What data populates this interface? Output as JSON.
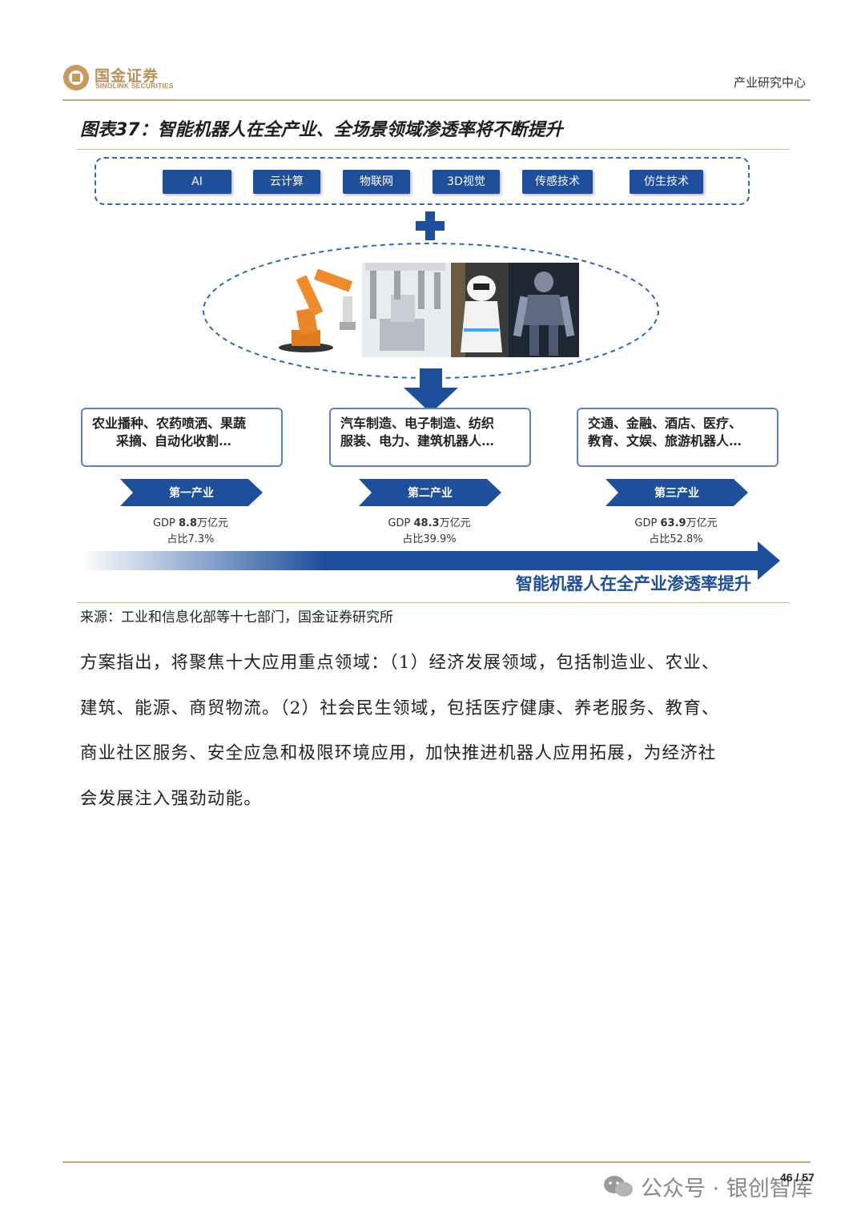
{
  "header": {
    "logo_cn": "国金证券",
    "logo_en": "SINOLINK SECURITIES",
    "right_text": "产业研究中心"
  },
  "figure": {
    "title": "图表37：智能机器人在全产业、全场景领域渗透率将不断提升",
    "technologies": [
      "AI",
      "云计算",
      "物联网",
      "3D视觉",
      "传感技术",
      "仿生技术"
    ],
    "industries": [
      {
        "lines": [
          "农业播种、农药喷洒、果蔬",
          "采摘、自动化收割…"
        ],
        "label": "第一产业",
        "gdp_prefix": "GDP ",
        "gdp_value": "8.8",
        "gdp_unit": "万亿元",
        "share": "占比7.3%"
      },
      {
        "lines": [
          "汽车制造、电子制造、纺织",
          "服装、电力、建筑机器人…"
        ],
        "label": "第二产业",
        "gdp_prefix": "GDP ",
        "gdp_value": "48.3",
        "gdp_unit": "万亿元",
        "share": "占比39.9%"
      },
      {
        "lines": [
          "交通、金融、酒店、医疗、",
          "教育、文娱、旅游机器人…"
        ],
        "label": "第三产业",
        "gdp_prefix": "GDP ",
        "gdp_value": "63.9",
        "gdp_unit": "万亿元",
        "share": "占比52.8%"
      }
    ],
    "trend_label": "智能机器人在全产业渗透率提升",
    "source": "来源：工业和信息化部等十七部门，国金证券研究所"
  },
  "body": {
    "lines": [
      "方案指出，将聚焦十大应用重点领域：（1）经济发展领域，包括制造业、农业、",
      "建筑、能源、商贸物流。（2）社会民生领域，包括医疗健康、养老服务、教育、",
      "商业社区服务、安全应急和极限环境应用，加快推进机器人应用拓展，为经济社",
      "会发展注入强劲动能。"
    ]
  },
  "footer": {
    "page": "46 / 57",
    "watermark": "公众号 · 银创智库"
  },
  "colors": {
    "brand_gold": "#b9905a",
    "deep_blue": "#1d4f9c",
    "box_border": "#5b84c2"
  }
}
